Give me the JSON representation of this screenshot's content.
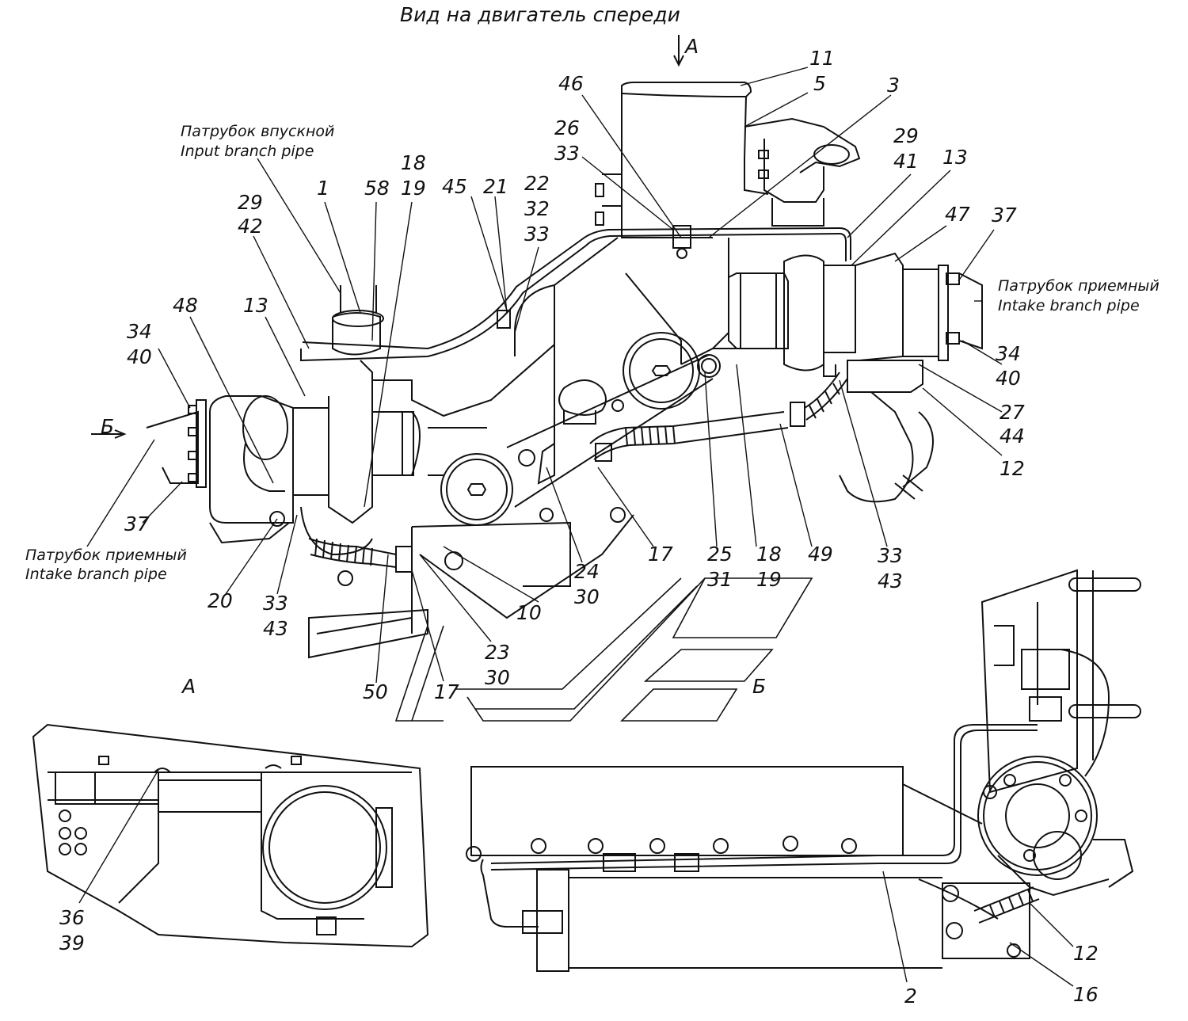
{
  "title": "Вид на двигатель спереди",
  "views": {
    "a_arrow": "А",
    "b_arrow": "Б",
    "a_view": "А",
    "b_view": "Б"
  },
  "captions": {
    "input_pipe_ru": "Патрубок впускной",
    "input_pipe_en": "Input branch pipe",
    "intake_left_ru": "Патрубок приемный",
    "intake_left_en": "Intake branch pipe",
    "intake_right_ru": "Патрубок приемный",
    "intake_right_en": "Intake branch pipe"
  },
  "labels": {
    "n11": "11",
    "n5": "5",
    "n3": "3",
    "n46": "46",
    "n26": "26",
    "n33a": "33",
    "n29r": "29",
    "n41": "41",
    "n13r": "13",
    "n47": "47",
    "n37r": "37",
    "n18a": "18",
    "n19a": "19",
    "n1": "1",
    "n58": "58",
    "n45": "45",
    "n21": "21",
    "n22": "22",
    "n32": "32",
    "n33b": "33",
    "n29l": "29",
    "n42": "42",
    "n48": "48",
    "n13l": "13",
    "n34l": "34",
    "n40l": "40",
    "n37l": "37",
    "n34r": "34",
    "n40r": "40",
    "n27": "27",
    "n44": "44",
    "n12r": "12",
    "n20": "20",
    "n33c": "33",
    "n43c": "43",
    "n10": "10",
    "n24": "24",
    "n30a": "30",
    "n17a": "17",
    "n25": "25",
    "n31": "31",
    "n18b": "18",
    "n19b": "19",
    "n49": "49",
    "n33d": "33",
    "n43d": "43",
    "n23": "23",
    "n30b": "30",
    "n50": "50",
    "n17b": "17",
    "n36": "36",
    "n39": "39",
    "n2": "2",
    "n12b": "12",
    "n16": "16"
  }
}
